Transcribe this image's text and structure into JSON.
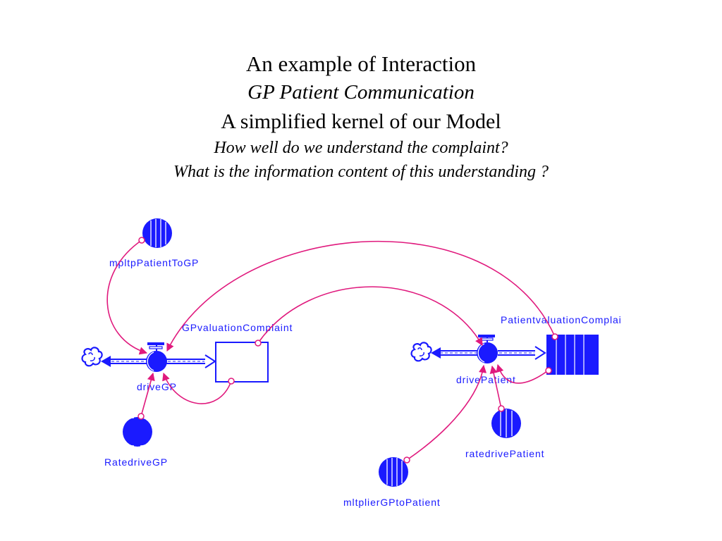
{
  "titles": {
    "line1": "An example of Interaction",
    "line2": "GP Patient Communication",
    "line3": "A simplified kernel of our Model",
    "line4": "How well  do we understand the complaint?",
    "line5": "What is the information content of this understanding ?"
  },
  "labels": {
    "mpltp": "mpltpPatientToGP",
    "gp_stock": "GPvaluationComplaint",
    "drive_gp": "driveGP",
    "rate_drive_gp": "RatedriveGP",
    "patient_stock": "PatientvaluationComplai",
    "drive_patient": "drivePatient",
    "rate_drive_patient": "ratedrivePatient",
    "mltplier": "mltplierGPtoPatient"
  },
  "colors": {
    "element": "#1a1aff",
    "connector": "#e0197d",
    "text": "#000000"
  }
}
